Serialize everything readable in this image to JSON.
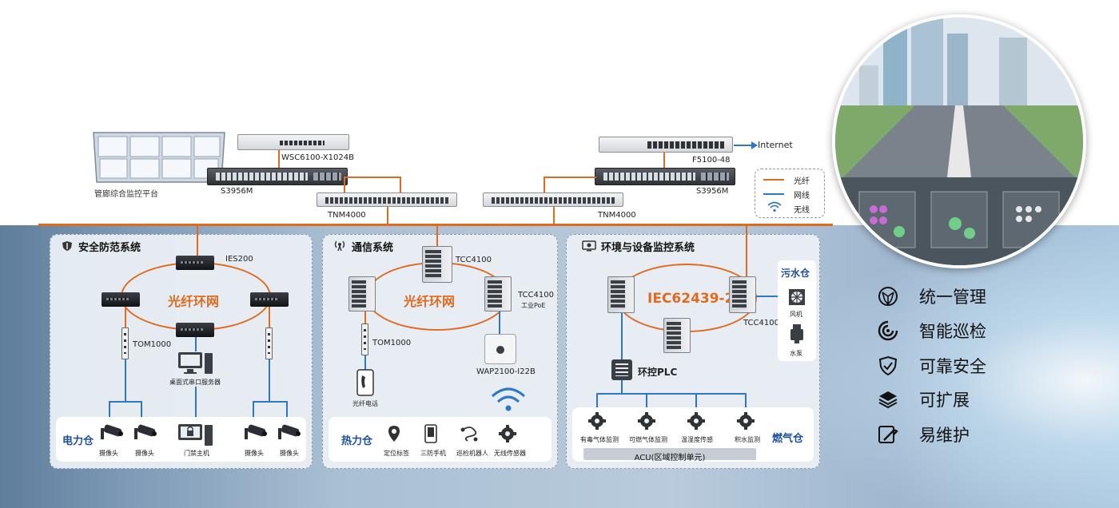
{
  "top": {
    "platform_label": "管廊综合监控平台",
    "wsc_label": "WSC6100-X1024B",
    "s3956_left_label": "S3956M",
    "tnm_left_label": "TNM4000",
    "tnm_right_label": "TNM4000",
    "f5100_label": "F5100-48",
    "s3956_right_label": "S3956M",
    "internet_label": "Internet"
  },
  "legend": {
    "items": [
      {
        "label": "光纤",
        "color": "#e06a1f",
        "kind": "line"
      },
      {
        "label": "网线",
        "color": "#2a78c7",
        "kind": "line"
      },
      {
        "label": "无线",
        "color": "#2a78c7",
        "kind": "wifi"
      }
    ]
  },
  "security": {
    "title": "安全防范系统",
    "ies_label": "IES200",
    "ring_label": "光纤环网",
    "tom_label": "TOM1000",
    "server_label": "桌面式串口服务器",
    "zone_label": "电力仓",
    "devices": [
      "摄像头",
      "摄像头",
      "门禁主机",
      "摄像头",
      "摄像头"
    ]
  },
  "comm": {
    "title": "通信系统",
    "tcc_top_label": "TCC4100",
    "tcc_right_label": "TCC4100",
    "tcc_right_sub": "工业PoE",
    "ring_label": "光纤环网",
    "tom_label": "TOM1000",
    "phone_label": "光纤电话",
    "wap_label": "WAP2100-I22B",
    "zone_label": "热力仓",
    "devices": [
      "定位标签",
      "三防手机",
      "巡检机器人",
      "无线传感器"
    ]
  },
  "env": {
    "title": "环境与设备监控系统",
    "ring_label": "IEC62439-2",
    "tcc_label": "TCC4100",
    "plc_label": "环控PLC",
    "sewage_label": "污水仓",
    "fan_label": "风机",
    "pump_label": "水泵",
    "zone_label": "燃气仓",
    "sensors": [
      "有毒气体监测",
      "可燃气体监测",
      "温湿度传感",
      "积水监测"
    ],
    "acu_label": "ACU(区域控制单元)"
  },
  "features": [
    {
      "label": "统一管理",
      "icon": "network-globe-icon"
    },
    {
      "label": "智能巡检",
      "icon": "inspection-icon"
    },
    {
      "label": "可靠安全",
      "icon": "shield-check-icon"
    },
    {
      "label": "可扩展",
      "icon": "layers-icon"
    },
    {
      "label": "易维护",
      "icon": "wrench-icon"
    }
  ]
}
